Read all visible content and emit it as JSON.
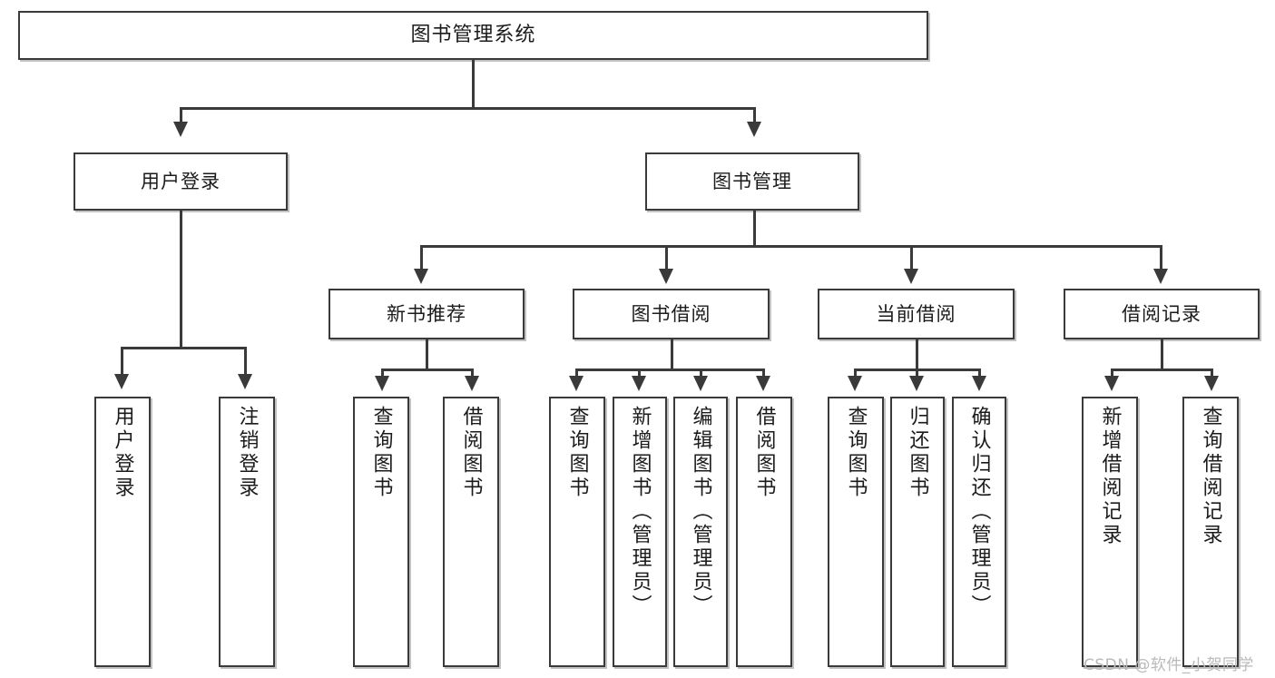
{
  "diagram": {
    "title": "图书管理系统",
    "type": "functional-structure-tree",
    "root": {
      "label": "图书管理系统"
    },
    "level2": [
      {
        "id": "user-login",
        "label": "用户登录"
      },
      {
        "id": "book-manage",
        "label": "图书管理"
      }
    ],
    "level3": [
      {
        "id": "new-book-recommend",
        "label": "新书推荐",
        "parent": "book-manage"
      },
      {
        "id": "book-borrow",
        "label": "图书借阅",
        "parent": "book-manage"
      },
      {
        "id": "current-borrow",
        "label": "当前借阅",
        "parent": "book-manage"
      },
      {
        "id": "borrow-record",
        "label": "借阅记录",
        "parent": "book-manage"
      }
    ],
    "leaves": [
      {
        "id": "leaf-user-login",
        "label": "用户登录",
        "parent": "user-login"
      },
      {
        "id": "leaf-logout-login",
        "label": "注销登录",
        "parent": "user-login"
      },
      {
        "id": "leaf-query-book-1",
        "label": "查询图书",
        "parent": "new-book-recommend"
      },
      {
        "id": "leaf-borrow-book-1",
        "label": "借阅图书",
        "parent": "new-book-recommend"
      },
      {
        "id": "leaf-query-book-2",
        "label": "查询图书",
        "parent": "book-borrow"
      },
      {
        "id": "leaf-add-book",
        "label": "新增图书（管理员）",
        "parent": "book-borrow"
      },
      {
        "id": "leaf-edit-book",
        "label": "编辑图书（管理员）",
        "parent": "book-borrow"
      },
      {
        "id": "leaf-borrow-book-2",
        "label": "借阅图书",
        "parent": "book-borrow"
      },
      {
        "id": "leaf-query-book-3",
        "label": "查询图书",
        "parent": "current-borrow"
      },
      {
        "id": "leaf-return-book",
        "label": "归还图书",
        "parent": "current-borrow"
      },
      {
        "id": "leaf-confirm-return",
        "label": "确认归还（管理员）",
        "parent": "current-borrow"
      },
      {
        "id": "leaf-add-record",
        "label": "新增借阅记录",
        "parent": "borrow-record"
      },
      {
        "id": "leaf-query-record",
        "label": "查询借阅记录",
        "parent": "borrow-record"
      }
    ],
    "watermark": "CSDN @软件_小贺同学",
    "colors": {
      "stroke": "#3a3a3a",
      "fill": "#ffffff",
      "text": "#1b1b1b",
      "watermark": "#b9b9b9",
      "background": "#ffffff"
    }
  }
}
